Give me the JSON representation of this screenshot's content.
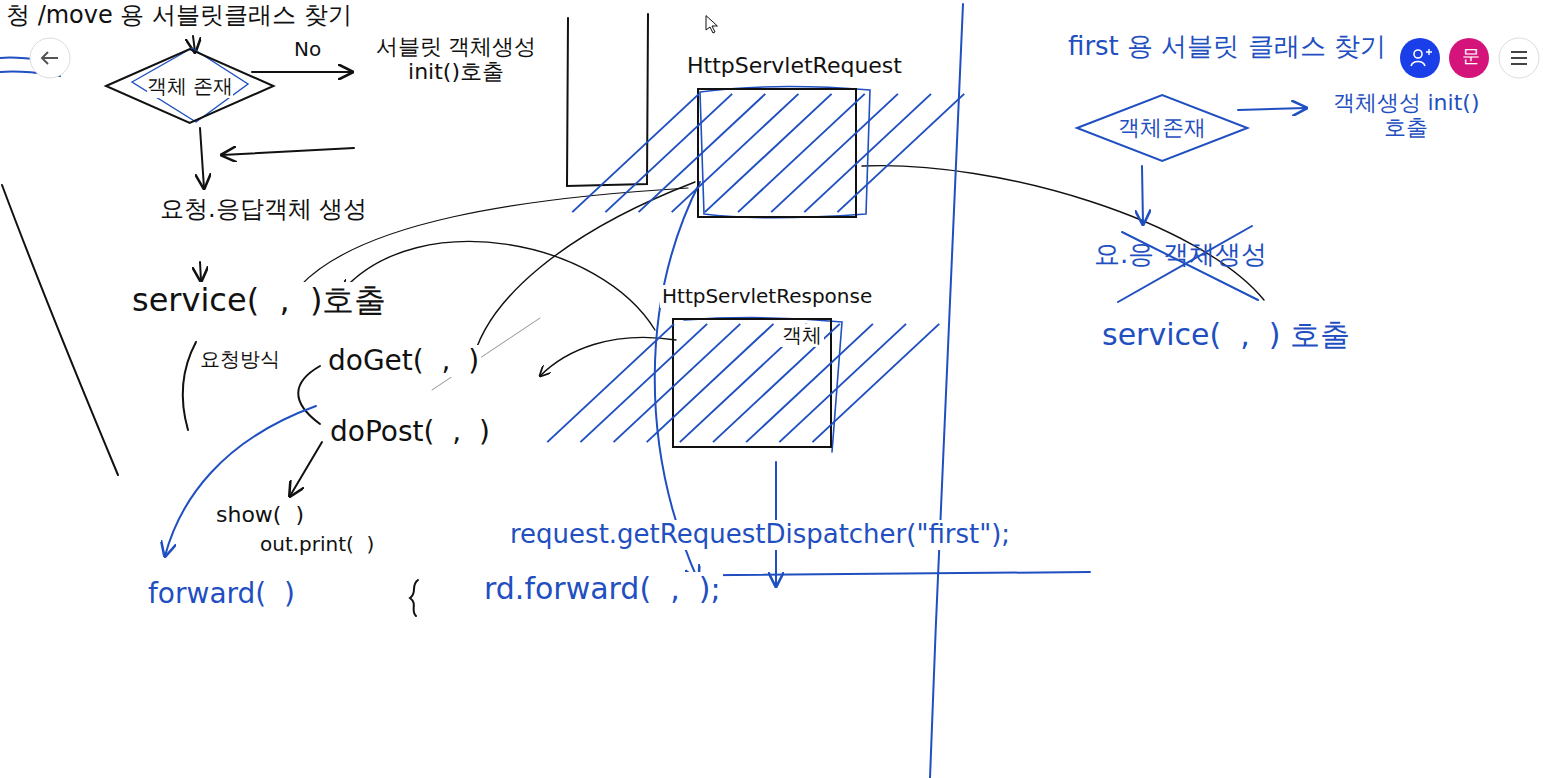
{
  "diagram": {
    "nodes": [
      {
        "text": [
          "객체 존재"
        ]
      },
      {
        "text": [
          "HttpServletRequest"
        ]
      },
      {
        "text": [
          "HttpServletResponse",
          "객체"
        ]
      },
      {
        "text": [
          "객체존재"
        ]
      }
    ],
    "labels": [
      "청 /move 용 서블릿클래스 찾기",
      "No",
      "서블릿 객체생성 init()호출",
      "요청.응답객체 생성",
      "service(  ,  )호출",
      "요청방식",
      "doGet(  ,  )",
      "doPost(  ,  )",
      "show(  )",
      "out.print(  )",
      "request.getRequestDispatcher(\"first\");",
      "forward(  )",
      "rd.forward(  ,  );",
      "first 용 서블릿 클래스 찾기",
      "객체생성 init()호출",
      "요.응 객체생성",
      "service(  ,  ) 호출",
      "문"
    ]
  }
}
